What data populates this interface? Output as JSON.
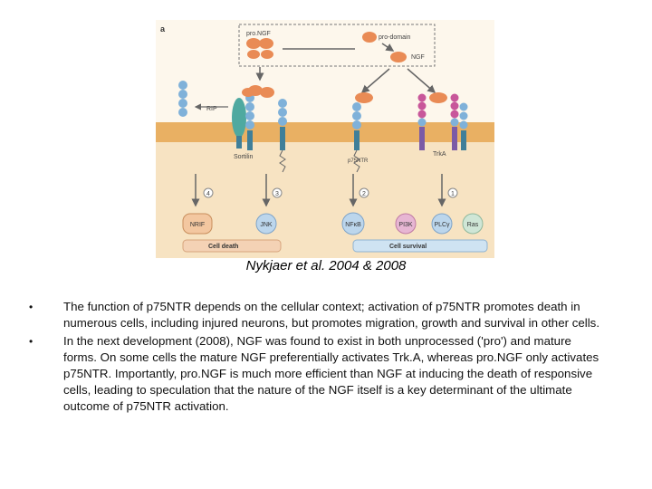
{
  "figure": {
    "panel_letter": "a",
    "labels": {
      "proNGF": "pro.NGF",
      "prodomain": "pro-domain",
      "NGF": "NGF",
      "RIP": "RIP",
      "sortilin": "Sortilin",
      "p75": "p75NTR",
      "trkA": "TrkA",
      "path4": "4",
      "path3": "3",
      "path2": "2",
      "path1": "1"
    },
    "effectors": [
      "NRIF",
      "JNK",
      "NFκB",
      "PI3K",
      "PLCγ",
      "Ras"
    ],
    "outcomes": {
      "death": "Cell death",
      "survival": "Cell survival"
    },
    "colors": {
      "membrane": "#e9b063",
      "cytoplasm": "#f7e3c2",
      "ligand": "#e98b55",
      "sortilin": "#4fa9a0",
      "receptor_bead": "#7fb1d9",
      "trk_bead": "#c8579a",
      "death_bg": "#f4d2b5",
      "survival_bg": "#cfe3f2"
    }
  },
  "caption": "Nykjaer et al. 2004 & 2008",
  "bullets": [
    "The function of p75NTR depends on the cellular context; activation of p75NTR promotes death in numerous cells, including injured neurons, but promotes migration, growth and survival in other cells.",
    "In the next development (2008), NGF was found to exist in both unprocessed ('pro') and mature forms. On some cells the mature NGF preferentially activates Trk.A, whereas pro.NGF only activates p75NTR. Importantly, pro.NGF is much more efficient than NGF at inducing the death of responsive cells, leading to speculation that the nature of the NGF itself is a key determinant of the ultimate outcome of p75NTR activation."
  ],
  "bullet_symbol": "•"
}
